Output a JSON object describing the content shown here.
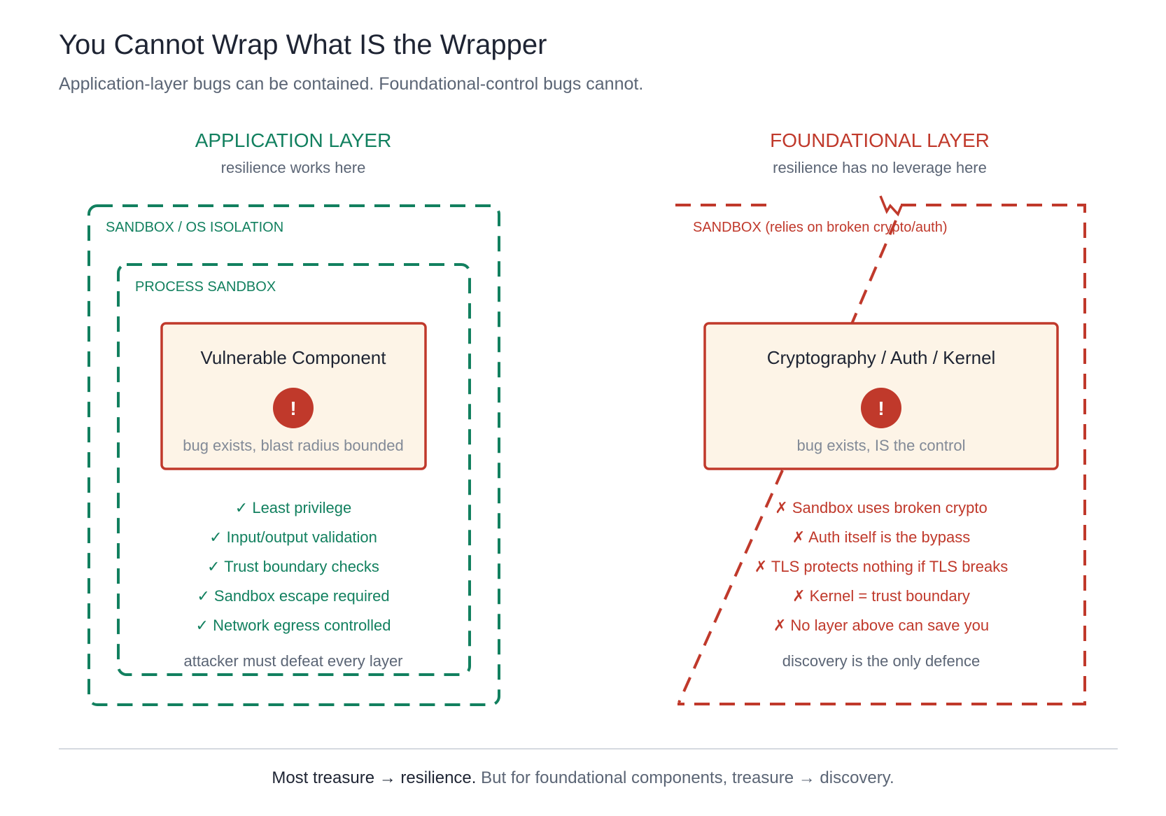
{
  "title": "You Cannot Wrap What IS the Wrapper",
  "subtitle": "Application-layer bugs can be contained. Foundational-control bugs cannot.",
  "colors": {
    "green": "#12805f",
    "red": "#c0392b",
    "box_fill": "#fdf4e7",
    "divider": "#d5d9e0"
  },
  "left": {
    "heading": "APPLICATION LAYER",
    "caption": "resilience works here",
    "outer_label": "SANDBOX / OS ISOLATION",
    "inner_label": "PROCESS SANDBOX",
    "component_title": "Vulnerable Component",
    "alert_icon": "exclamation-icon",
    "alert_glyph": "!",
    "component_note": "bug exists, blast radius bounded",
    "checks": [
      "✓ Least privilege",
      "✓ Input/output validation",
      "✓ Trust boundary checks",
      "✓ Sandbox escape required",
      "✓ Network egress controlled"
    ],
    "footnote": "attacker must defeat every layer"
  },
  "right": {
    "heading": "FOUNDATIONAL LAYER",
    "caption": "resilience has no leverage here",
    "sandbox_label": "SANDBOX (relies on broken crypto/auth)",
    "component_title": "Cryptography / Auth / Kernel",
    "alert_icon": "exclamation-icon",
    "alert_glyph": "!",
    "component_note": "bug exists, IS the control",
    "failures": [
      "✗ Sandbox uses broken crypto",
      "✗ Auth itself is the bypass",
      "✗ TLS protects nothing if TLS breaks",
      "✗ Kernel = trust boundary",
      "✗ No layer above can save you"
    ],
    "footnote": "discovery is the only defence"
  },
  "footer": {
    "strong": "Most treasure → resilience.",
    "rest": " But for foundational components, treasure → discovery."
  }
}
